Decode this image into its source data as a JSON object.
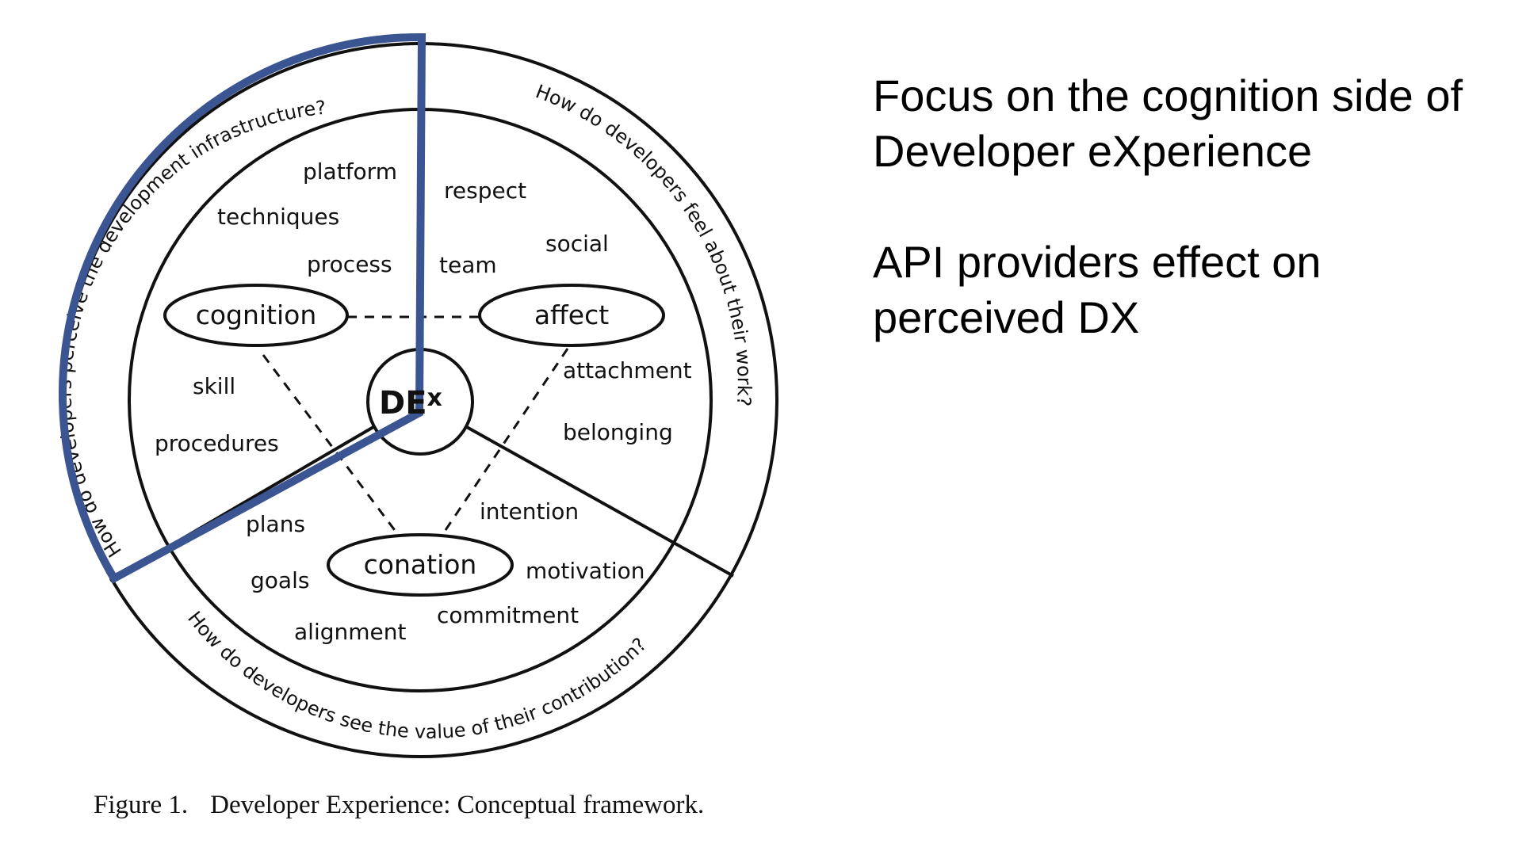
{
  "diagram": {
    "center_label_main": "DE",
    "center_label_sup": "x",
    "nodes": {
      "cognition": "cognition",
      "affect": "affect",
      "conation": "conation"
    },
    "ring_questions": {
      "cognition": "How do developers perceive the development infrastructure?",
      "affect": "How do developers feel about their work?",
      "conation": "How do developers see the value of their contribution?"
    },
    "terms": {
      "platform": "platform",
      "techniques": "techniques",
      "process": "process",
      "skill": "skill",
      "procedures": "procedures",
      "respect": "respect",
      "social": "social",
      "team": "team",
      "attachment": "attachment",
      "belonging": "belonging",
      "intention": "intention",
      "motivation": "motivation",
      "commitment": "commitment",
      "plans": "plans",
      "goals": "goals",
      "alignment": "alignment"
    },
    "highlight_color": "#3a5591",
    "line_color": "#111111"
  },
  "caption": {
    "number": "Figure 1.",
    "text": "Developer Experience: Conceptual framework."
  },
  "side_text": {
    "focus_line1": "Focus on the cognition side of",
    "focus_line2": "Developer eXperience",
    "api_line1": "API providers effect on",
    "api_line2": "perceived DX"
  }
}
